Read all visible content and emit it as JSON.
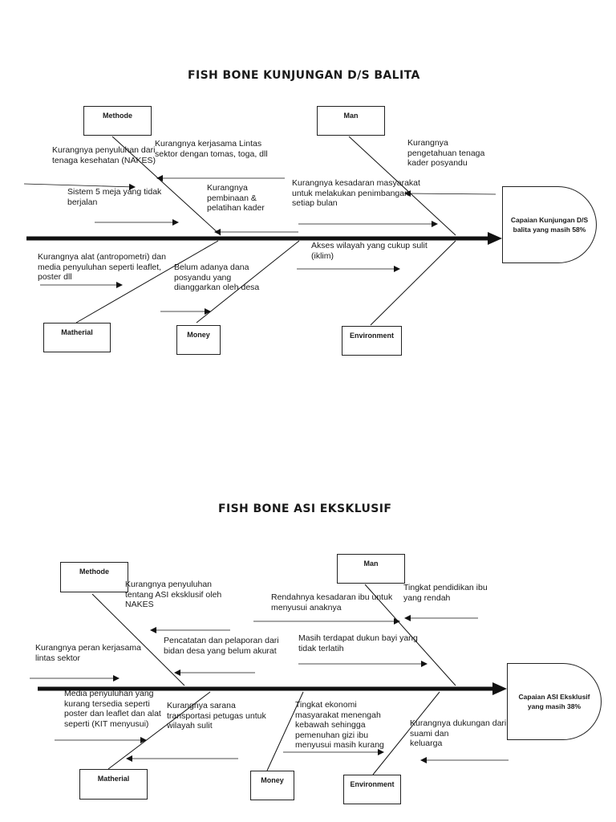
{
  "diagram1": {
    "title": "FISH BONE KUNJUNGAN D/S BALITA",
    "categories": {
      "methode": "Methode",
      "man": "Man",
      "matherial": "Matherial",
      "money": "Money",
      "environment": "Environment"
    },
    "effect": "Capaian Kunjungan D/S balita yang masih 58%",
    "causes": {
      "methode_1": "Kurangnya penyuluhan dari\ntenaga kesehatan (NAKES)",
      "methode_2": "Kurangnya kerjasama Lintas\nsektor dengan tomas, toga, dll",
      "methode_3": "Sistem 5 meja yang tidak\nberjalan",
      "methode_4": "Kurangnya\npembinaan &\npelatihan kader",
      "man_1": "Kurangnya\npengetahuan tenaga\nkader posyandu",
      "man_2": "Kurangnya kesadaran masyarakat\nuntuk melakukan penimbangan\nsetiap bulan",
      "matherial_1": "Kurangnya alat (antropometri) dan\nmedia penyuluhan seperti leaflet,\nposter dll",
      "money_1": "Belum adanya dana\nposyandu yang\ndianggarkan oleh desa",
      "environment_1": "Akses wilayah yang cukup sulit\n(iklim)"
    }
  },
  "diagram2": {
    "title": "FISH BONE ASI EKSKLUSIF",
    "categories": {
      "methode": "Methode",
      "man": "Man",
      "matherial": "Matherial",
      "money": "Money",
      "environment": "Environment"
    },
    "effect": "Capaian ASI Eksklusif yang masih 38%",
    "causes": {
      "methode_1": "Kurangnya penyuluhan\ntentang ASI eksklusif oleh\nNAKES",
      "methode_2": "Kurangnya peran kerjasama\nlintas sektor",
      "methode_3": "Pencatatan dan pelaporan dari\nbidan desa yang belum akurat",
      "man_1": "Rendahnya kesadaran ibu untuk\nmenyusui anaknya",
      "man_2": "Tingkat pendidikan ibu\nyang rendah",
      "man_3": "Masih terdapat dukun bayi yang\ntidak terlatih",
      "matherial_1": "Media penyuluhan yang\nkurang tersedia seperti\nposter dan leaflet dan alat\nseperti (KIT menyusui)",
      "matherial_2": "Kurangnya sarana\ntransportasi petugas untuk\nwilayah sulit",
      "money_1": "Tingkat ekonomi\nmasyarakat menengah\nkebawah sehingga\npemenuhan gizi ibu\nmenyusui masih kurang",
      "environment_1": "Kurangnya dukungan dari\nsuami dan\nkeluarga"
    }
  }
}
